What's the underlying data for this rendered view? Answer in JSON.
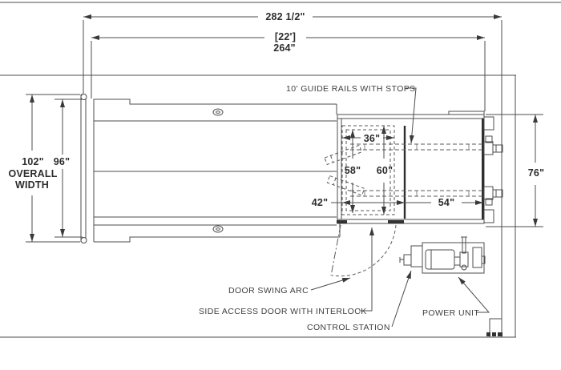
{
  "meta": {
    "drawing_type": "dock lift plan view",
    "colors": {
      "background": "#ffffff",
      "line": "#4d4d4d",
      "dark_line": "#2e2e2e",
      "text": "#2d2d2d"
    }
  },
  "dims": {
    "overall_length": "282 1/2\"",
    "length_ft": "[22']",
    "length_in": "264\"",
    "overall_width": "102\"",
    "overall_word": "OVERALL",
    "width_word": "WIDTH",
    "platform_width": "96\"",
    "stop_width": "36\"",
    "rail_gap": "58\"",
    "platform_clear": "60\"",
    "approach": "42\"",
    "deck_length": "54\"",
    "side_opening": "76\""
  },
  "labels": {
    "guide_rails": "10' GUIDE RAILS WITH STOPS",
    "door_swing_arc": "DOOR SWING ARC",
    "side_access_door": "SIDE ACCESS DOOR WITH INTERLOCK",
    "control_station": "CONTROL STATION",
    "power_unit": "POWER UNIT"
  }
}
